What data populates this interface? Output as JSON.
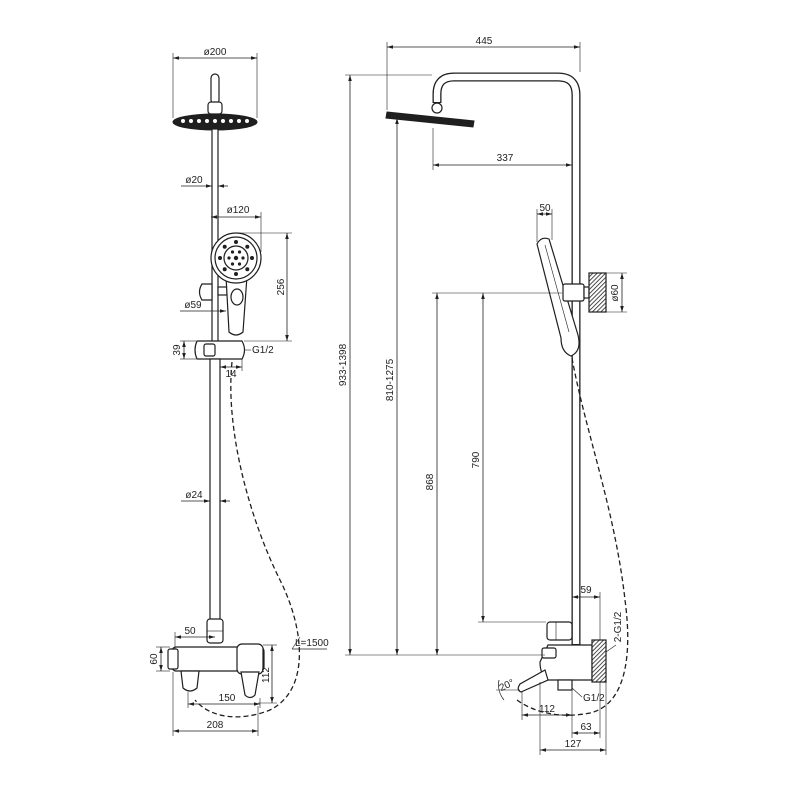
{
  "drawing": {
    "line_color": "#1f1f1f"
  },
  "front_view": {
    "head_diameter": "ø200",
    "upper_rod_diameter": "ø20",
    "hand_shower_diameter": "ø120",
    "hand_shower_height": "256",
    "handle_diameter": "ø59",
    "bracket_height": "39",
    "bracket_thread": "G1/2",
    "bracket_offset": "14",
    "lower_rod_diameter": "ø24",
    "mixer_center_offset": "50",
    "mixer_height": "60",
    "mixer_depth": "112",
    "mixer_centers": "150",
    "mixer_width": "208",
    "hose_length": "L=1500"
  },
  "side_view": {
    "overall_width": "445",
    "arm_projection": "337",
    "total_height": "933-1398",
    "head_height": "810-1275",
    "holder_height": "868",
    "holder_to_diverter": "790",
    "hand_shower_width": "50",
    "wall_bracket_diameter": "ø60",
    "diverter_offset": "59",
    "inlet_thread": "2-G1/2",
    "spout_angle": "20°",
    "outlet_thread": "G1/2",
    "spout_reach": "112",
    "flange_depth": "63",
    "mixer_projection": "127"
  }
}
